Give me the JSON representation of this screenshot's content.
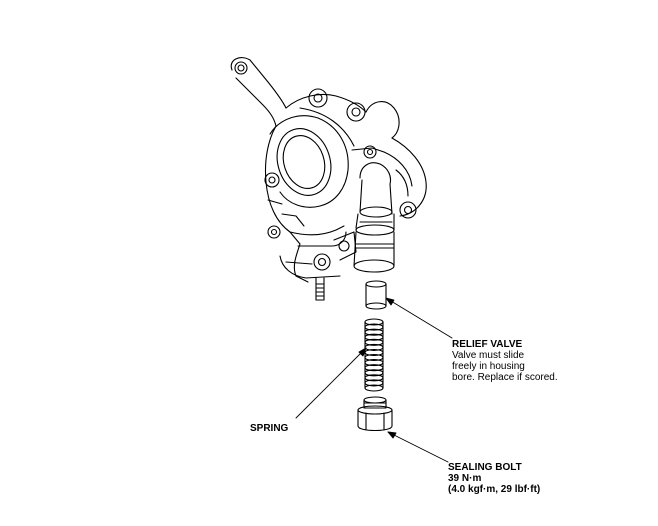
{
  "callouts": {
    "relief_valve": {
      "title": "RELIEF VALVE",
      "notes": [
        "Valve must slide",
        "freely in housing",
        "bore. Replace if scored."
      ]
    },
    "spring": {
      "title": "SPRING"
    },
    "sealing_bolt": {
      "title": "SEALING BOLT",
      "torque": "39 N·m",
      "torque_alt": "(4.0 kgf·m, 29 lbf·ft)"
    }
  },
  "colors": {
    "line": "#000000",
    "background": "#ffffff"
  }
}
